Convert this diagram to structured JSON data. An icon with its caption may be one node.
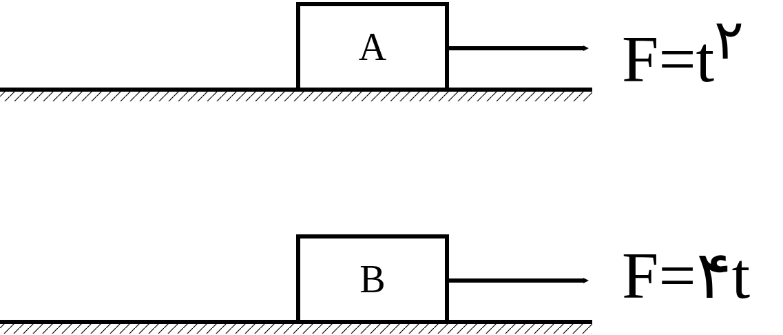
{
  "diagram": {
    "nodes": [
      {
        "text": [
          "A"
        ]
      },
      {
        "text": [
          "B"
        ]
      }
    ],
    "labels": [
      "F=t$^{۲}$",
      "F=۴t"
    ]
  }
}
